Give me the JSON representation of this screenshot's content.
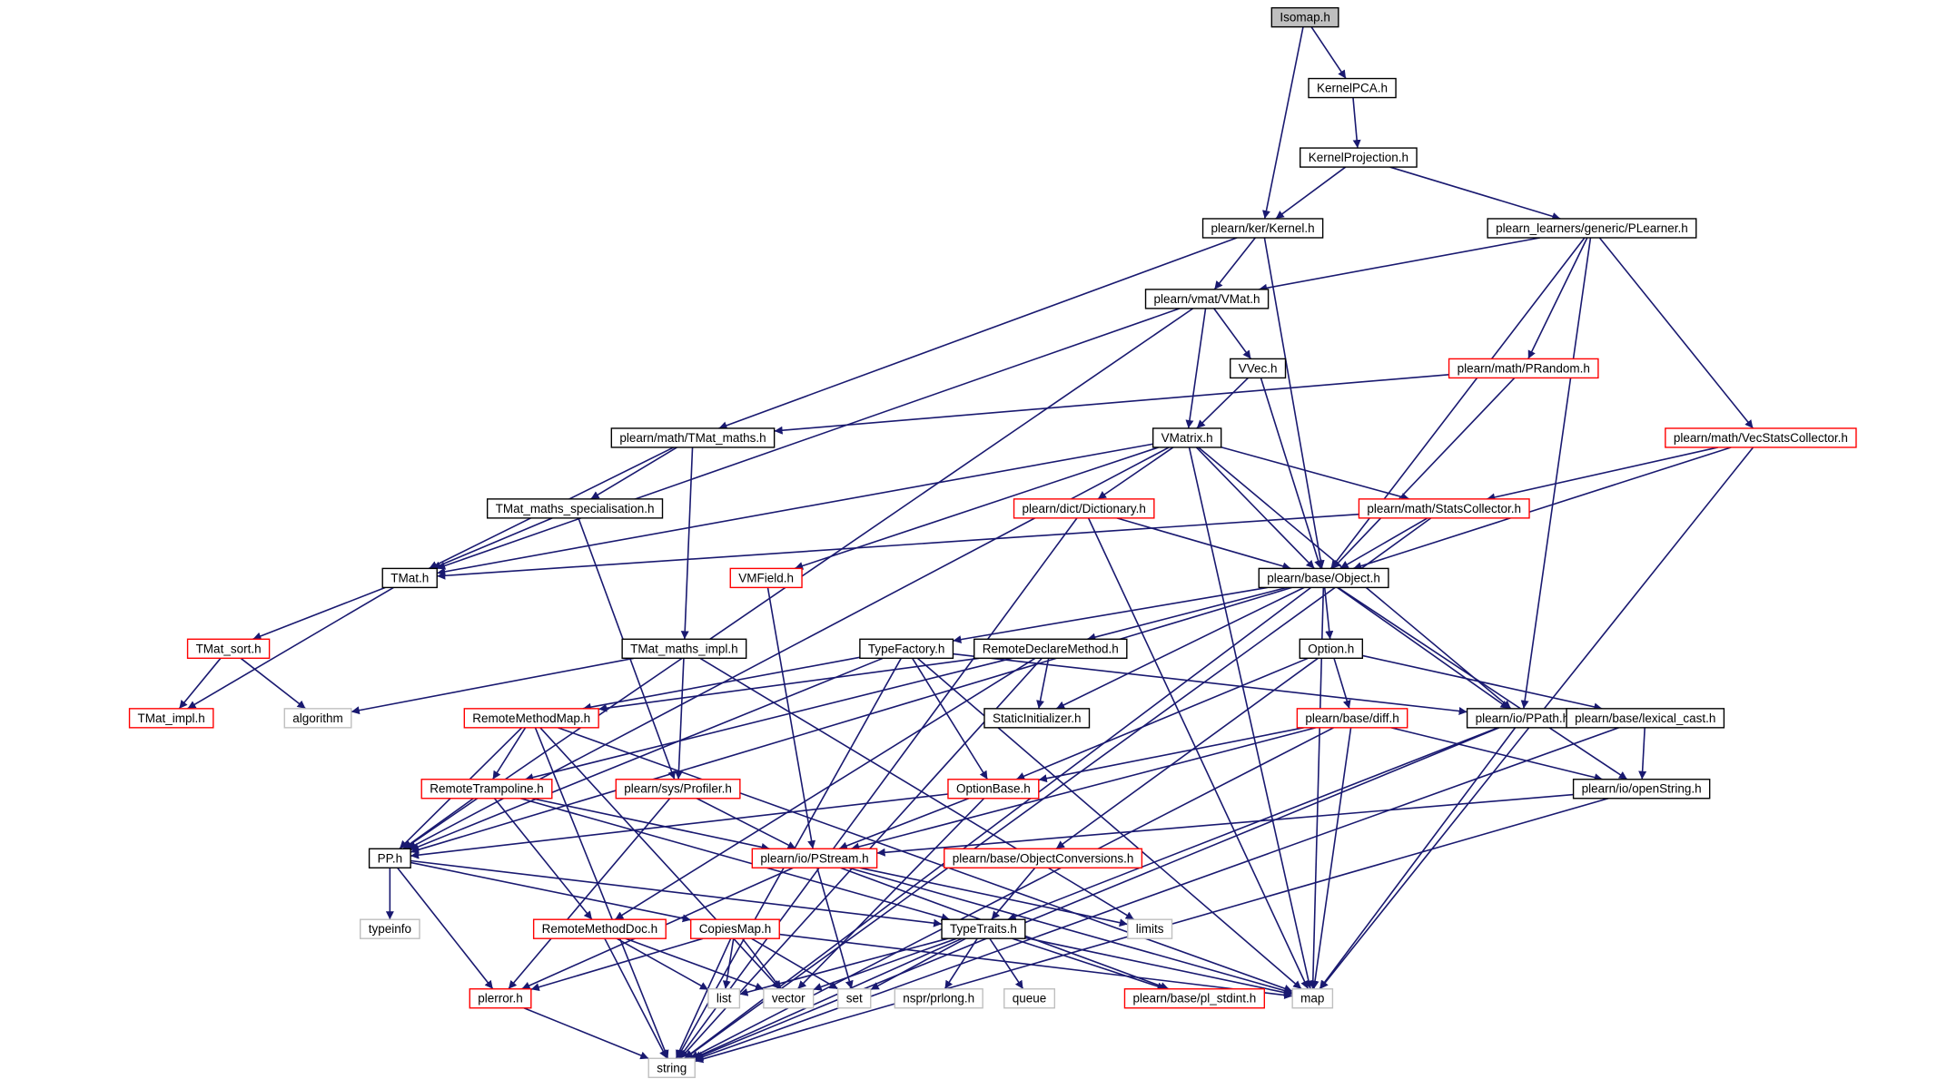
{
  "colors": {
    "edge": "#191970",
    "root_fill": "#bfbfbf",
    "border_black": "#000000",
    "border_red": "#ff0000",
    "border_gray": "#bfbfbf"
  },
  "nodes": [
    {
      "id": "isomap",
      "label": "Isomap.h",
      "kind": "root"
    },
    {
      "id": "kernelpca",
      "label": "KernelPCA.h",
      "kind": "black"
    },
    {
      "id": "kernelprojection",
      "label": "KernelProjection.h",
      "kind": "black"
    },
    {
      "id": "kernel",
      "label": "plearn/ker/Kernel.h",
      "kind": "black"
    },
    {
      "id": "plearner",
      "label": "plearn_learners/generic/PLearner.h",
      "kind": "black"
    },
    {
      "id": "vmat",
      "label": "plearn/vmat/VMat.h",
      "kind": "black"
    },
    {
      "id": "vvec",
      "label": "VVec.h",
      "kind": "black"
    },
    {
      "id": "prandom",
      "label": "plearn/math/PRandom.h",
      "kind": "red"
    },
    {
      "id": "vecstats",
      "label": "plearn/math/VecStatsCollector.h",
      "kind": "red"
    },
    {
      "id": "tmatmaths",
      "label": "plearn/math/TMat_maths.h",
      "kind": "black"
    },
    {
      "id": "vmatrix",
      "label": "VMatrix.h",
      "kind": "black"
    },
    {
      "id": "tmatspec",
      "label": "TMat_maths_specialisation.h",
      "kind": "black"
    },
    {
      "id": "dictionary",
      "label": "plearn/dict/Dictionary.h",
      "kind": "red"
    },
    {
      "id": "statscollector",
      "label": "plearn/math/StatsCollector.h",
      "kind": "red"
    },
    {
      "id": "tmat",
      "label": "TMat.h",
      "kind": "black"
    },
    {
      "id": "vmfield",
      "label": "VMField.h",
      "kind": "red"
    },
    {
      "id": "object",
      "label": "plearn/base/Object.h",
      "kind": "black"
    },
    {
      "id": "tmatsort",
      "label": "TMat_sort.h",
      "kind": "red"
    },
    {
      "id": "tmatmathsimpl",
      "label": "TMat_maths_impl.h",
      "kind": "black"
    },
    {
      "id": "typefactory",
      "label": "TypeFactory.h",
      "kind": "black"
    },
    {
      "id": "remotedeclare",
      "label": "RemoteDeclareMethod.h",
      "kind": "black"
    },
    {
      "id": "option",
      "label": "Option.h",
      "kind": "black"
    },
    {
      "id": "tmatimpl",
      "label": "TMat_impl.h",
      "kind": "red"
    },
    {
      "id": "algorithm",
      "label": "algorithm",
      "kind": "gray"
    },
    {
      "id": "remotemethodmap",
      "label": "RemoteMethodMap.h",
      "kind": "red"
    },
    {
      "id": "staticinit",
      "label": "StaticInitializer.h",
      "kind": "black"
    },
    {
      "id": "diff",
      "label": "plearn/base/diff.h",
      "kind": "red"
    },
    {
      "id": "ppath",
      "label": "plearn/io/PPath.h",
      "kind": "black"
    },
    {
      "id": "lexicalcast",
      "label": "plearn/base/lexical_cast.h",
      "kind": "black"
    },
    {
      "id": "remotetrampoline",
      "label": "RemoteTrampoline.h",
      "kind": "red"
    },
    {
      "id": "profiler",
      "label": "plearn/sys/Profiler.h",
      "kind": "red"
    },
    {
      "id": "optionbase",
      "label": "OptionBase.h",
      "kind": "red"
    },
    {
      "id": "openstring",
      "label": "plearn/io/openString.h",
      "kind": "black"
    },
    {
      "id": "pp",
      "label": "PP.h",
      "kind": "black"
    },
    {
      "id": "pstream",
      "label": "plearn/io/PStream.h",
      "kind": "red"
    },
    {
      "id": "objconv",
      "label": "plearn/base/ObjectConversions.h",
      "kind": "red"
    },
    {
      "id": "typeinfo",
      "label": "typeinfo",
      "kind": "gray"
    },
    {
      "id": "remotemethoddoc",
      "label": "RemoteMethodDoc.h",
      "kind": "red"
    },
    {
      "id": "copiesmap",
      "label": "CopiesMap.h",
      "kind": "red"
    },
    {
      "id": "typetraits",
      "label": "TypeTraits.h",
      "kind": "black"
    },
    {
      "id": "limits",
      "label": "limits",
      "kind": "gray"
    },
    {
      "id": "perror",
      "label": "plerror.h",
      "kind": "red"
    },
    {
      "id": "list",
      "label": "list",
      "kind": "gray"
    },
    {
      "id": "vector",
      "label": "vector",
      "kind": "gray"
    },
    {
      "id": "set",
      "label": "set",
      "kind": "gray"
    },
    {
      "id": "nsprlong",
      "label": "nspr/prlong.h",
      "kind": "gray"
    },
    {
      "id": "queue",
      "label": "queue",
      "kind": "gray"
    },
    {
      "id": "plstdint",
      "label": "plearn/base/pl_stdint.h",
      "kind": "red"
    },
    {
      "id": "map",
      "label": "map",
      "kind": "gray"
    },
    {
      "id": "string",
      "label": "string",
      "kind": "gray"
    }
  ],
  "edges": [
    [
      "isomap",
      "kernelpca"
    ],
    [
      "isomap",
      "kernel"
    ],
    [
      "kernelpca",
      "kernelprojection"
    ],
    [
      "kernelprojection",
      "kernel"
    ],
    [
      "kernelprojection",
      "plearner"
    ],
    [
      "kernel",
      "vmat"
    ],
    [
      "kernel",
      "tmatmaths"
    ],
    [
      "kernel",
      "object"
    ],
    [
      "plearner",
      "vmat"
    ],
    [
      "plearner",
      "prandom"
    ],
    [
      "plearner",
      "vecstats"
    ],
    [
      "plearner",
      "object"
    ],
    [
      "plearner",
      "ppath"
    ],
    [
      "vmat",
      "vvec"
    ],
    [
      "vmat",
      "vmatrix"
    ],
    [
      "vmat",
      "tmat"
    ],
    [
      "vmat",
      "pp"
    ],
    [
      "vvec",
      "vmatrix"
    ],
    [
      "vvec",
      "object"
    ],
    [
      "prandom",
      "tmatmaths"
    ],
    [
      "prandom",
      "object"
    ],
    [
      "vecstats",
      "statscollector"
    ],
    [
      "vecstats",
      "object"
    ],
    [
      "vecstats",
      "map"
    ],
    [
      "tmatmaths",
      "tmatspec"
    ],
    [
      "tmatmaths",
      "tmat"
    ],
    [
      "tmatmaths",
      "tmatmathsimpl"
    ],
    [
      "vmatrix",
      "tmat"
    ],
    [
      "vmatrix",
      "pp"
    ],
    [
      "vmatrix",
      "dictionary"
    ],
    [
      "vmatrix",
      "statscollector"
    ],
    [
      "vmatrix",
      "vmfield"
    ],
    [
      "vmatrix",
      "object"
    ],
    [
      "vmatrix",
      "ppath"
    ],
    [
      "vmatrix",
      "map"
    ],
    [
      "tmatspec",
      "tmat"
    ],
    [
      "tmatspec",
      "profiler"
    ],
    [
      "dictionary",
      "object"
    ],
    [
      "dictionary",
      "string"
    ],
    [
      "dictionary",
      "map"
    ],
    [
      "statscollector",
      "tmat"
    ],
    [
      "statscollector",
      "object"
    ],
    [
      "statscollector",
      "string"
    ],
    [
      "tmat",
      "tmatsort"
    ],
    [
      "tmat",
      "tmatimpl"
    ],
    [
      "vmfield",
      "pstream"
    ],
    [
      "object",
      "typefactory"
    ],
    [
      "object",
      "remotedeclare"
    ],
    [
      "object",
      "option"
    ],
    [
      "object",
      "staticinit"
    ],
    [
      "object",
      "ppath"
    ],
    [
      "object",
      "openstring"
    ],
    [
      "object",
      "pp"
    ],
    [
      "object",
      "string"
    ],
    [
      "object",
      "map"
    ],
    [
      "tmatsort",
      "tmatimpl"
    ],
    [
      "tmatsort",
      "algorithm"
    ],
    [
      "tmatmathsimpl",
      "profiler"
    ],
    [
      "tmatmathsimpl",
      "algorithm"
    ],
    [
      "tmatmathsimpl",
      "limits"
    ],
    [
      "typefactory",
      "remotemethodmap"
    ],
    [
      "typefactory",
      "optionbase"
    ],
    [
      "typefactory",
      "ppath"
    ],
    [
      "typefactory",
      "pp"
    ],
    [
      "typefactory",
      "map"
    ],
    [
      "typefactory",
      "string"
    ],
    [
      "remotedeclare",
      "remotemethodmap"
    ],
    [
      "remotedeclare",
      "remotetrampoline"
    ],
    [
      "remotedeclare",
      "remotemethoddoc"
    ],
    [
      "remotedeclare",
      "staticinit"
    ],
    [
      "remotedeclare",
      "string"
    ],
    [
      "option",
      "optionbase"
    ],
    [
      "option",
      "diff"
    ],
    [
      "option",
      "lexicalcast"
    ],
    [
      "option",
      "objconv"
    ],
    [
      "remotemethodmap",
      "remotetrampoline"
    ],
    [
      "remotemethodmap",
      "pp"
    ],
    [
      "remotemethodmap",
      "map"
    ],
    [
      "remotemethodmap",
      "vector"
    ],
    [
      "remotemethodmap",
      "string"
    ],
    [
      "diff",
      "optionbase"
    ],
    [
      "diff",
      "pstream"
    ],
    [
      "diff",
      "openstring"
    ],
    [
      "diff",
      "map"
    ],
    [
      "diff",
      "string"
    ],
    [
      "ppath",
      "typetraits"
    ],
    [
      "ppath",
      "map"
    ],
    [
      "ppath",
      "string"
    ],
    [
      "lexicalcast",
      "openstring"
    ],
    [
      "lexicalcast",
      "string"
    ],
    [
      "remotetrampoline",
      "pp"
    ],
    [
      "remotetrampoline",
      "remotemethoddoc"
    ],
    [
      "remotetrampoline",
      "pstream"
    ],
    [
      "remotetrampoline",
      "typetraits"
    ],
    [
      "profiler",
      "pstream"
    ],
    [
      "profiler",
      "perror"
    ],
    [
      "optionbase",
      "pp"
    ],
    [
      "optionbase",
      "pstream"
    ],
    [
      "optionbase",
      "vector"
    ],
    [
      "openstring",
      "pstream"
    ],
    [
      "openstring",
      "string"
    ],
    [
      "pp",
      "typeinfo"
    ],
    [
      "pp",
      "copiesmap"
    ],
    [
      "pp",
      "typetraits"
    ],
    [
      "pp",
      "perror"
    ],
    [
      "pstream",
      "perror"
    ],
    [
      "pstream",
      "limits"
    ],
    [
      "pstream",
      "set"
    ],
    [
      "pstream",
      "map"
    ],
    [
      "pstream",
      "plstdint"
    ],
    [
      "objconv",
      "typetraits"
    ],
    [
      "remotemethoddoc",
      "list"
    ],
    [
      "remotemethoddoc",
      "vector"
    ],
    [
      "remotemethoddoc",
      "string"
    ],
    [
      "copiesmap",
      "perror"
    ],
    [
      "copiesmap",
      "list"
    ],
    [
      "copiesmap",
      "vector"
    ],
    [
      "copiesmap",
      "set"
    ],
    [
      "copiesmap",
      "map"
    ],
    [
      "copiesmap",
      "string"
    ],
    [
      "typetraits",
      "list"
    ],
    [
      "typetraits",
      "vector"
    ],
    [
      "typetraits",
      "set"
    ],
    [
      "typetraits",
      "nsprlong"
    ],
    [
      "typetraits",
      "queue"
    ],
    [
      "typetraits",
      "plstdint"
    ],
    [
      "typetraits",
      "map"
    ],
    [
      "typetraits",
      "string"
    ],
    [
      "perror",
      "string"
    ]
  ]
}
